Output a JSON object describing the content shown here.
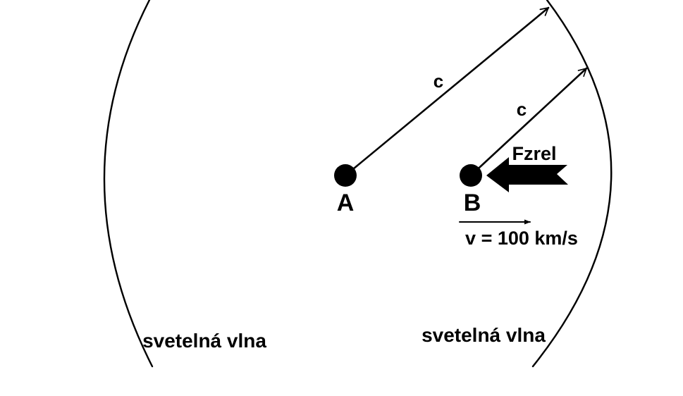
{
  "points": {
    "a": {
      "label": "A"
    },
    "b": {
      "label": "B"
    }
  },
  "rays": {
    "ray_a": {
      "label": "c"
    },
    "ray_b": {
      "label": "c"
    }
  },
  "force": {
    "label": "Fzrel"
  },
  "velocity": {
    "label": "v = 100 km/s"
  },
  "waves": {
    "left": {
      "label": "svetelná vlna"
    },
    "right": {
      "label": "svetelná vlna"
    }
  },
  "colors": {
    "ink": "#000000",
    "background": "#ffffff"
  }
}
